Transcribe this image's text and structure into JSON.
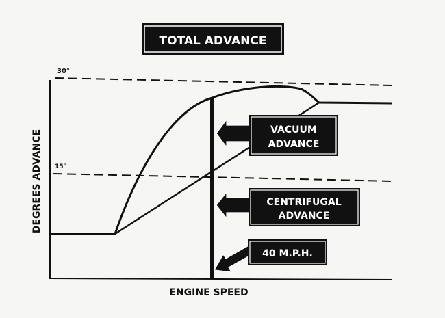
{
  "title": "TOTAL ADVANCE",
  "y_axis_label": "DEGREES ADVANCE",
  "x_axis_label": "ENGINE SPEED",
  "y_ticks": [
    "30°",
    "15°"
  ],
  "callouts": {
    "vacuum": [
      "VACUUM",
      "ADVANCE"
    ],
    "centrifugal": [
      "CENTRIFUGAL",
      "ADVANCE"
    ],
    "speed": "40 M.P.H."
  },
  "colors": {
    "ink": "#111111",
    "paper": "#f6f6f4"
  }
}
